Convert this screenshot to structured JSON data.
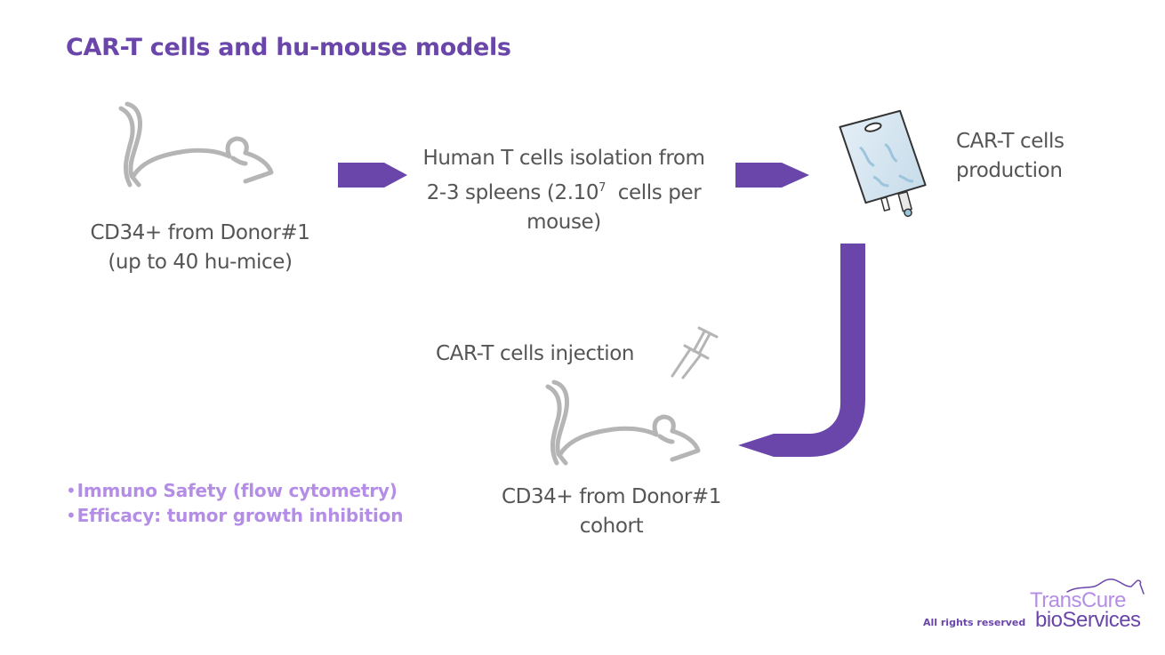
{
  "slide": {
    "title": "CAR-T cells and hu-mouse models",
    "accent_color": "#6a46ab",
    "light_accent_color": "#b48ee6"
  },
  "steps": {
    "donor": {
      "line1": "CD34+ from Donor#1",
      "line2": "(up to 40 hu-mice)",
      "icon": "mouse-icon"
    },
    "isolation": {
      "line1": "Human T cells isolation from",
      "line2_pre": "2-3 spleens (2.10",
      "line2_sup": "7",
      "line2_post": "  cells per",
      "line3": "mouse)"
    },
    "production": {
      "line1": "CAR-T cells",
      "line2": "production",
      "icon": "iv-bag-icon"
    },
    "injection": {
      "label": "CAR-T cells injection",
      "icon": "syringe-icon"
    },
    "cohort": {
      "line1": "CD34+ from Donor#1",
      "line2": "cohort",
      "icon": "mouse-icon"
    }
  },
  "readouts": [
    "Immuno Safety (flow cytometry)",
    "Efficacy: tumor growth inhibition"
  ],
  "footer": {
    "rights": "All rights reserved",
    "logo_line1": "TransCure",
    "logo_line2": "bioServices"
  }
}
